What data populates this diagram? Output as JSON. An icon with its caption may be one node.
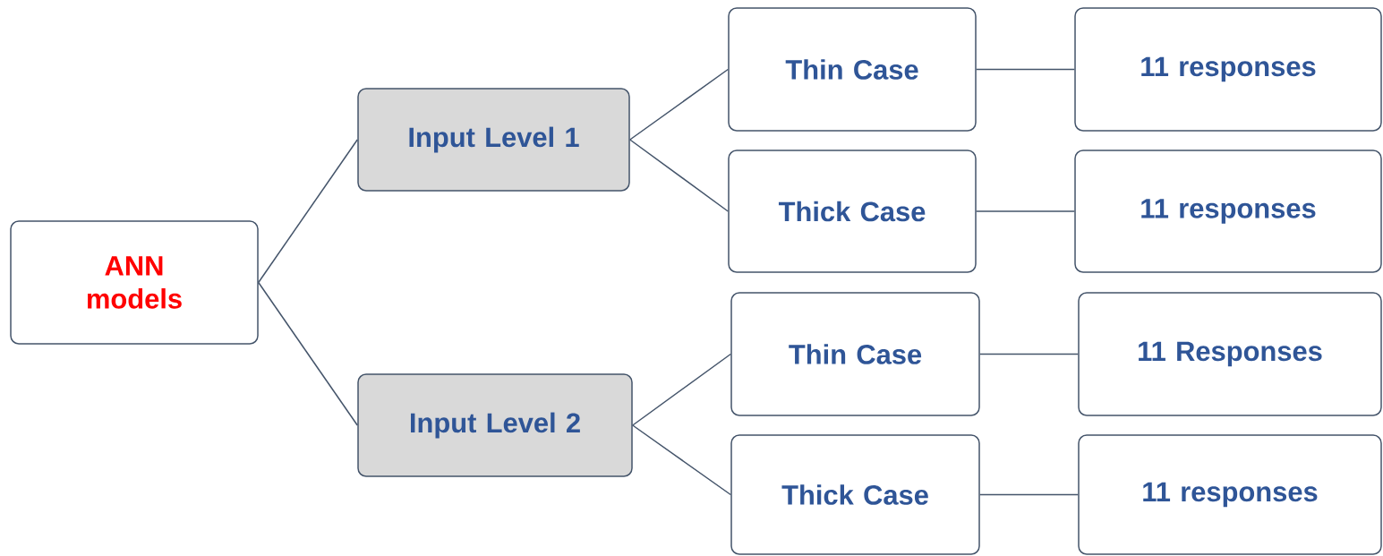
{
  "diagram": {
    "nodes": [
      {
        "text": [
          "ANN models"
        ]
      },
      {
        "text": [
          "Input Level 1"
        ]
      },
      {
        "text": [
          "Thin Case"
        ]
      },
      {
        "text": [
          "11 responses"
        ]
      },
      {
        "text": [
          "Thick Case"
        ]
      },
      {
        "text": [
          "11 responses"
        ]
      },
      {
        "text": [
          "Input Level 2"
        ]
      },
      {
        "text": [
          "Thin Case"
        ]
      },
      {
        "text": [
          "11 Responses"
        ]
      },
      {
        "text": [
          "Thick Case"
        ]
      },
      {
        "text": [
          "11 responses"
        ]
      }
    ],
    "edges": [
      {
        "from": 0,
        "to": 1,
        "arrow": "none"
      },
      {
        "from": 1,
        "to": 2,
        "arrow": "none"
      },
      {
        "from": 1,
        "to": 4,
        "arrow": "none"
      },
      {
        "from": 2,
        "to": 3,
        "arrow": "none"
      },
      {
        "from": 4,
        "to": 5,
        "arrow": "none"
      },
      {
        "from": 0,
        "to": 6,
        "arrow": "none"
      },
      {
        "from": 6,
        "to": 7,
        "arrow": "none"
      },
      {
        "from": 6,
        "to": 9,
        "arrow": "none"
      },
      {
        "from": 7,
        "to": 8,
        "arrow": "none"
      },
      {
        "from": 9,
        "to": 10,
        "arrow": "none"
      }
    ]
  }
}
